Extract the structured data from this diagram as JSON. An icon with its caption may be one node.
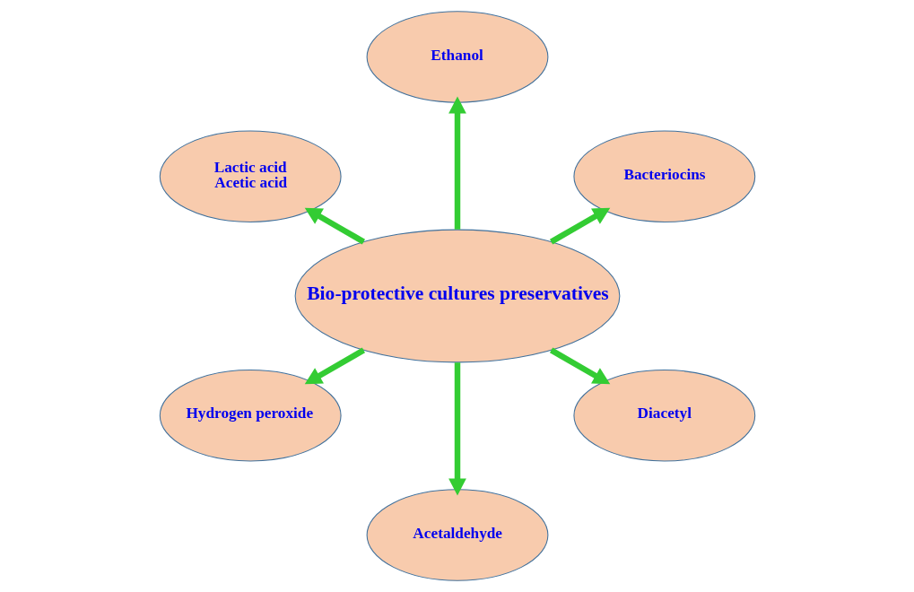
{
  "diagram": {
    "nodes": [
      {
        "text": [
          "Bacteriocins"
        ]
      },
      {
        "text": [
          "Ethanol"
        ]
      },
      {
        "text": [
          "Lactic acid",
          "Acetic acid"
        ]
      },
      {
        "text": [
          "Bio-protective cultures preservatives"
        ]
      },
      {
        "text": [
          "Hydrogen peroxide"
        ]
      },
      {
        "text": [
          "Acetaldehyde"
        ]
      },
      {
        "text": [
          "Diacetyl"
        ]
      }
    ],
    "edges": [
      {
        "from": 3,
        "to": 0,
        "arrow": "to"
      },
      {
        "from": 3,
        "to": 1,
        "arrow": "to"
      },
      {
        "from": 3,
        "to": 2,
        "arrow": "to"
      },
      {
        "from": 3,
        "to": 4,
        "arrow": "to"
      },
      {
        "from": 3,
        "to": 5,
        "arrow": "to"
      },
      {
        "from": 3,
        "to": 6,
        "arrow": "to"
      }
    ]
  }
}
